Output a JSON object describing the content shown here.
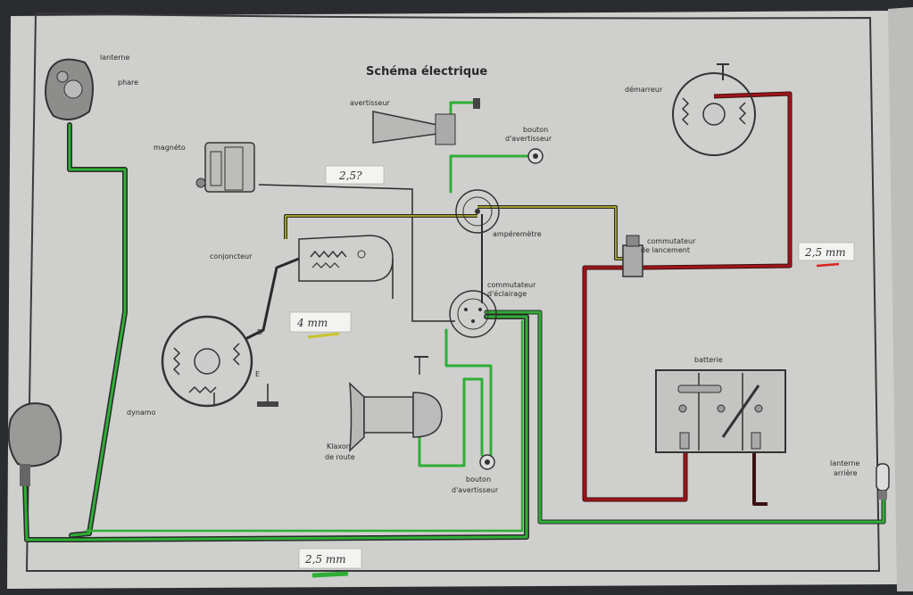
{
  "diagram": {
    "title": "Schéma électrique",
    "labels": {
      "lanterne_phare": [
        "lanterne",
        "phare"
      ],
      "magneto": "magnéto",
      "avertisseur": "avertisseur",
      "bouton_avertisseur_top": [
        "bouton",
        "d'avertisseur"
      ],
      "demarreur": "démarreur",
      "conjoncteur": "conjoncteur",
      "amperemetre": "ampéremètre",
      "commutateur_lancement": [
        "commutateur",
        "de lancement"
      ],
      "commutateur_eclairage": [
        "commutateur",
        "d'éclairage"
      ],
      "dynamo": "dynamo",
      "dynamo_d": "D",
      "dynamo_e": "E",
      "batterie": "batterie",
      "klaxon": [
        "Klaxon",
        "de route"
      ],
      "bouton_avertisseur_bottom": [
        "bouton",
        "d'avertisseur"
      ],
      "lanterne_arriere": [
        "lanterne",
        "arrière"
      ]
    },
    "notes": {
      "top_note": "2,5?",
      "left_note": "4 mm",
      "right_note": "2,5 mm",
      "bottom_note": "2,5 mm"
    },
    "wire_colors": {
      "green": "#2fae35",
      "red": "#a0141a",
      "yellow": "#c8c42a",
      "black": "#2a2a2a"
    }
  }
}
